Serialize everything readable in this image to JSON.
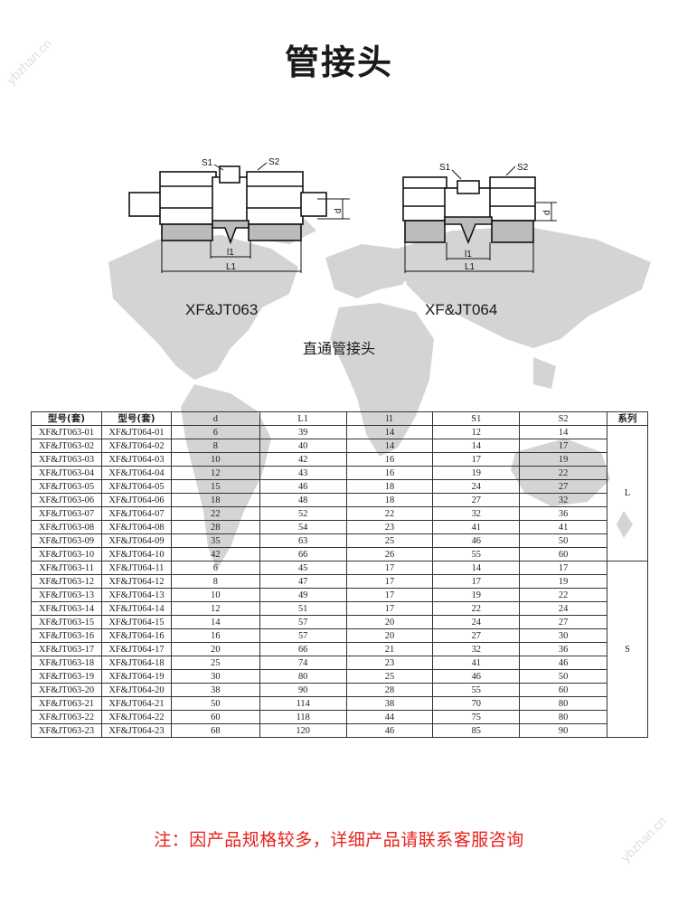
{
  "title": "管接头",
  "drawings": [
    {
      "caption": "XF&JT063",
      "labels": {
        "s1": "S1",
        "s2": "S2",
        "d": "d",
        "l1": "l1",
        "L1": "L1"
      }
    },
    {
      "caption": "XF&JT064",
      "labels": {
        "s1": "S1",
        "s2": "S2",
        "d": "d",
        "l1": "l1",
        "L1": "L1"
      }
    }
  ],
  "subtitle": "直通管接头",
  "table": {
    "headers": [
      "型号(套)",
      "型号(套)",
      "d",
      "L1",
      "l1",
      "S1",
      "S2",
      "系列"
    ],
    "series": [
      {
        "label": "L",
        "rows": [
          [
            "XF&JT063-01",
            "XF&JT064-01",
            "6",
            "39",
            "14",
            "12",
            "14"
          ],
          [
            "XF&JT063-02",
            "XF&JT064-02",
            "8",
            "40",
            "14",
            "14",
            "17"
          ],
          [
            "XF&JT063-03",
            "XF&JT064-03",
            "10",
            "42",
            "16",
            "17",
            "19"
          ],
          [
            "XF&JT063-04",
            "XF&JT064-04",
            "12",
            "43",
            "16",
            "19",
            "22"
          ],
          [
            "XF&JT063-05",
            "XF&JT064-05",
            "15",
            "46",
            "18",
            "24",
            "27"
          ],
          [
            "XF&JT063-06",
            "XF&JT064-06",
            "18",
            "48",
            "18",
            "27",
            "32"
          ],
          [
            "XF&JT063-07",
            "XF&JT064-07",
            "22",
            "52",
            "22",
            "32",
            "36"
          ],
          [
            "XF&JT063-08",
            "XF&JT064-08",
            "28",
            "54",
            "23",
            "41",
            "41"
          ],
          [
            "XF&JT063-09",
            "XF&JT064-09",
            "35",
            "63",
            "25",
            "46",
            "50"
          ],
          [
            "XF&JT063-10",
            "XF&JT064-10",
            "42",
            "66",
            "26",
            "55",
            "60"
          ]
        ]
      },
      {
        "label": "S",
        "rows": [
          [
            "XF&JT063-11",
            "XF&JT064-11",
            "6",
            "45",
            "17",
            "14",
            "17"
          ],
          [
            "XF&JT063-12",
            "XF&JT064-12",
            "8",
            "47",
            "17",
            "17",
            "19"
          ],
          [
            "XF&JT063-13",
            "XF&JT064-13",
            "10",
            "49",
            "17",
            "19",
            "22"
          ],
          [
            "XF&JT063-14",
            "XF&JT064-14",
            "12",
            "51",
            "17",
            "22",
            "24"
          ],
          [
            "XF&JT063-15",
            "XF&JT064-15",
            "14",
            "57",
            "20",
            "24",
            "27"
          ],
          [
            "XF&JT063-16",
            "XF&JT064-16",
            "16",
            "57",
            "20",
            "27",
            "30"
          ],
          [
            "XF&JT063-17",
            "XF&JT064-17",
            "20",
            "66",
            "21",
            "32",
            "36"
          ],
          [
            "XF&JT063-18",
            "XF&JT064-18",
            "25",
            "74",
            "23",
            "41",
            "46"
          ],
          [
            "XF&JT063-19",
            "XF&JT064-19",
            "30",
            "80",
            "25",
            "46",
            "50"
          ],
          [
            "XF&JT063-20",
            "XF&JT064-20",
            "38",
            "90",
            "28",
            "55",
            "60"
          ],
          [
            "XF&JT063-21",
            "XF&JT064-21",
            "50",
            "114",
            "38",
            "70",
            "80"
          ],
          [
            "XF&JT063-22",
            "XF&JT064-22",
            "60",
            "118",
            "44",
            "75",
            "80"
          ],
          [
            "XF&JT063-23",
            "XF&JT064-23",
            "68",
            "120",
            "46",
            "85",
            "90"
          ]
        ]
      }
    ]
  },
  "note": "注：因产品规格较多，详细产品请联系客服咨询",
  "watermark": "ybzhan.cn"
}
